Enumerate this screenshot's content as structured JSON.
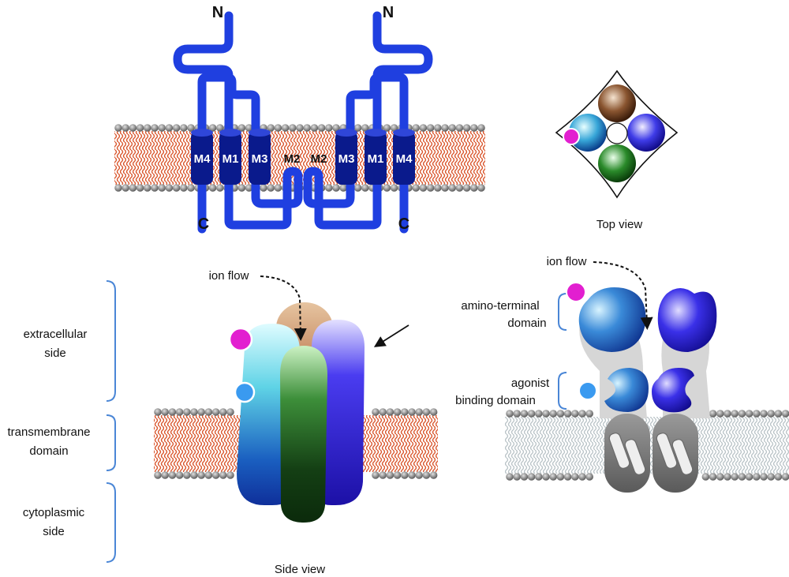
{
  "topology": {
    "n_left": "N",
    "n_right": "N",
    "c_left": "C",
    "c_right": "C",
    "segments_left": [
      "M4",
      "M1",
      "M3",
      "M2"
    ],
    "segments_right": [
      "M2",
      "M3",
      "M1",
      "M4"
    ]
  },
  "top_view": {
    "caption": "Top view"
  },
  "side_view": {
    "caption": "Side view",
    "ion_flow": "ion flow",
    "regions": {
      "extracellular_1": "extracellular",
      "extracellular_2": "side",
      "transmembrane_1": "transmembrane",
      "transmembrane_2": "domain",
      "cytoplasmic_1": "cytoplasmic",
      "cytoplasmic_2": "side"
    }
  },
  "domain_view": {
    "ion_flow": "ion flow",
    "amino_terminal_1": "amino-terminal",
    "amino_terminal_2": "domain",
    "agonist_1": "agonist",
    "agonist_2": "binding domain"
  },
  "colors": {
    "chain_blue": "#1f3fe0",
    "helix_dark": "#0a1a8c",
    "lipid_head": "#8a8a8a",
    "lipid_tail_orange": "#d9542a",
    "lipid_tail_grey": "#b8c2c6",
    "bracket_blue": "#4a86d6",
    "magenta": "#e21fd0",
    "light_blue": "#3a9af0"
  }
}
